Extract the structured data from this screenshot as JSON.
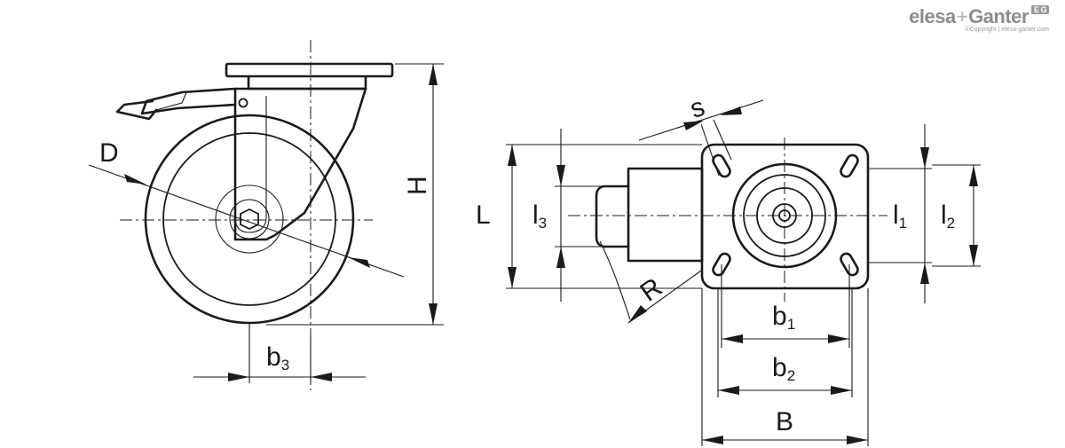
{
  "labels": {
    "D": "D",
    "H": "H",
    "b3": {
      "main": "b",
      "sub": "3"
    },
    "s": "s",
    "L": "L",
    "l3": {
      "main": "l",
      "sub": "3"
    },
    "l1": {
      "main": "l",
      "sub": "1"
    },
    "l2": {
      "main": "l",
      "sub": "2"
    },
    "R": "R",
    "b1": {
      "main": "b",
      "sub": "1"
    },
    "b2": {
      "main": "b",
      "sub": "2"
    },
    "B": "B"
  },
  "logo": {
    "brand_left": "elesa",
    "brand_plus": "+",
    "brand_right": "Ganter",
    "badge": "E G",
    "copyright": "©Copyright | elesa-ganter.com"
  },
  "colors": {
    "line": "#1a1a1a",
    "logo": "#8c8c8c"
  }
}
